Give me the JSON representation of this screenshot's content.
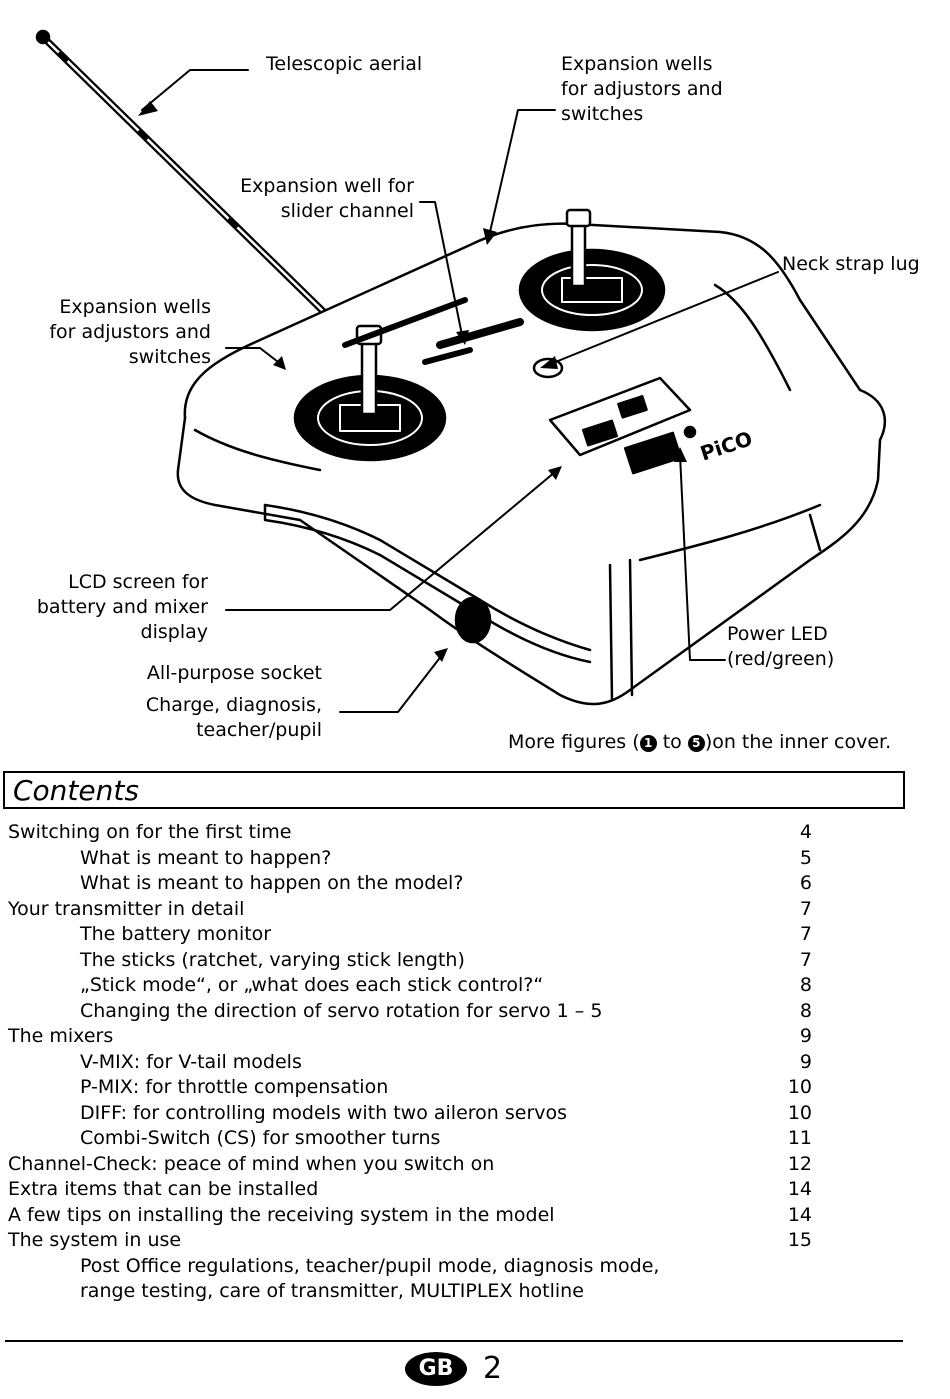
{
  "figure": {
    "labels": {
      "telescopic_aerial": "Telescopic aerial",
      "expansion_wells_right": [
        "Expansion wells",
        "for adjustors and",
        "switches"
      ],
      "expansion_well_slider": [
        "Expansion well for",
        "slider channel"
      ],
      "neck_strap_lug": "Neck strap lug",
      "expansion_wells_left": [
        "Expansion wells",
        "for adjustors and",
        "switches"
      ],
      "lcd_screen": [
        "LCD screen for",
        "battery and mixer",
        "display"
      ],
      "all_purpose_socket": "All-purpose socket",
      "socket_uses": [
        "Charge, diagnosis,",
        "teacher/pupil"
      ],
      "power_led": [
        "Power LED",
        "(red/green)"
      ]
    },
    "device_brand": "PiCO",
    "more_figures": {
      "prefix": "More figures (",
      "first": "1",
      "mid": " to ",
      "last": "5",
      "suffix": ")on the inner cover."
    }
  },
  "contents": {
    "title": "Contents",
    "entries": [
      {
        "level": 1,
        "text": "Switching on for the first time",
        "page": "4"
      },
      {
        "level": 2,
        "text": "What is meant to happen?",
        "page": "5"
      },
      {
        "level": 2,
        "text": "What is meant to happen on the model?",
        "page": "6"
      },
      {
        "level": 1,
        "text": "Your transmitter in detail",
        "page": "7"
      },
      {
        "level": 2,
        "text": "The battery monitor",
        "page": "7"
      },
      {
        "level": 2,
        "text": "The sticks (ratchet, varying stick length)",
        "page": "7"
      },
      {
        "level": 2,
        "text": "„Stick mode“, or „what does each stick control?“",
        "page": "8"
      },
      {
        "level": 2,
        "text": "Changing the direction of servo rotation for servo 1 – 5",
        "page": "8"
      },
      {
        "level": 1,
        "text": "The mixers",
        "page": "9"
      },
      {
        "level": 2,
        "text": "V-MIX: for V-tail models",
        "page": "9"
      },
      {
        "level": 2,
        "text": "P-MIX: for throttle compensation",
        "page": "10"
      },
      {
        "level": 2,
        "text": "DIFF: for controlling models with two aileron servos",
        "page": "10"
      },
      {
        "level": 2,
        "text": "Combi-Switch (CS) for smoother turns",
        "page": "11"
      },
      {
        "level": 1,
        "text": "Channel-Check: peace of mind when you switch on",
        "page": "12"
      },
      {
        "level": 1,
        "text": "Extra items that can be installed",
        "page": "14"
      },
      {
        "level": 1,
        "text": "A few tips on installing the receiving system in the model",
        "page": "14"
      },
      {
        "level": 1,
        "text": "The system in use",
        "page": "15"
      },
      {
        "level": 2,
        "text": "Post Office regulations, teacher/pupil mode, diagnosis mode,",
        "page": ""
      },
      {
        "level": 2,
        "text": "range testing, care of transmitter, MULTIPLEX hotline",
        "page": ""
      }
    ]
  },
  "footer": {
    "lang_badge": "GB",
    "page_number": "2"
  }
}
